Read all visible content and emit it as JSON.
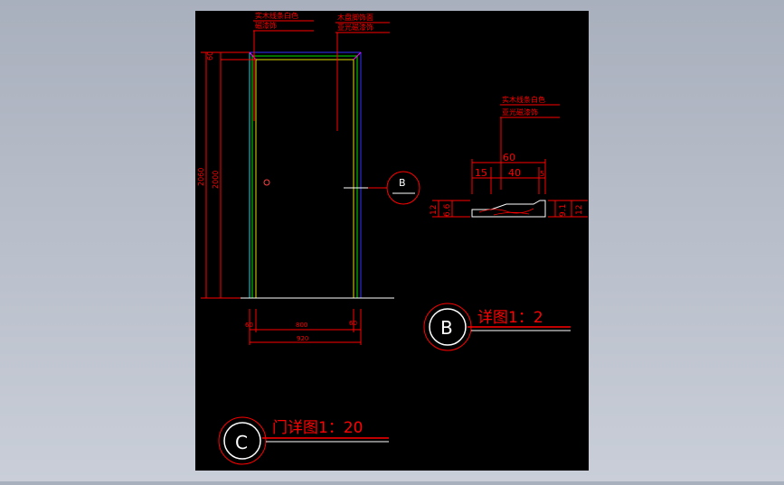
{
  "colors": {
    "background": "#a9b0bd",
    "paper": "#000000",
    "red": "#ff0000",
    "white": "#ffffff",
    "yellow": "#e0e000",
    "green": "#00e000",
    "cyan": "#00e0e0",
    "blue": "#3030ff",
    "magenta": "#ff00ff"
  },
  "door": {
    "notes_left": [
      "实木线条白色",
      "磁漆饰"
    ],
    "notes_right": [
      "木盘脚饰面",
      "亚光磁漆饰"
    ],
    "dim_top": "60",
    "dim_total_height": "2060",
    "dim_height": "2000",
    "dim_bottom_left": "60",
    "dim_bottom_mid": "800",
    "dim_bottom_right": "60",
    "dim_overall_width": "920"
  },
  "callout_b": {
    "letter": "B"
  },
  "detail_b": {
    "notes": [
      "实木线条白色",
      "亚光磁漆饰"
    ],
    "dim_width": "60",
    "dim_parts": [
      "15",
      "40",
      "5"
    ],
    "dim_left": [
      "12",
      "6.6"
    ],
    "dim_right": [
      "9.1",
      "12"
    ],
    "title_letter": "B",
    "title": "详图1：2"
  },
  "detail_c": {
    "title_letter": "C",
    "title": "门详图1：20"
  }
}
